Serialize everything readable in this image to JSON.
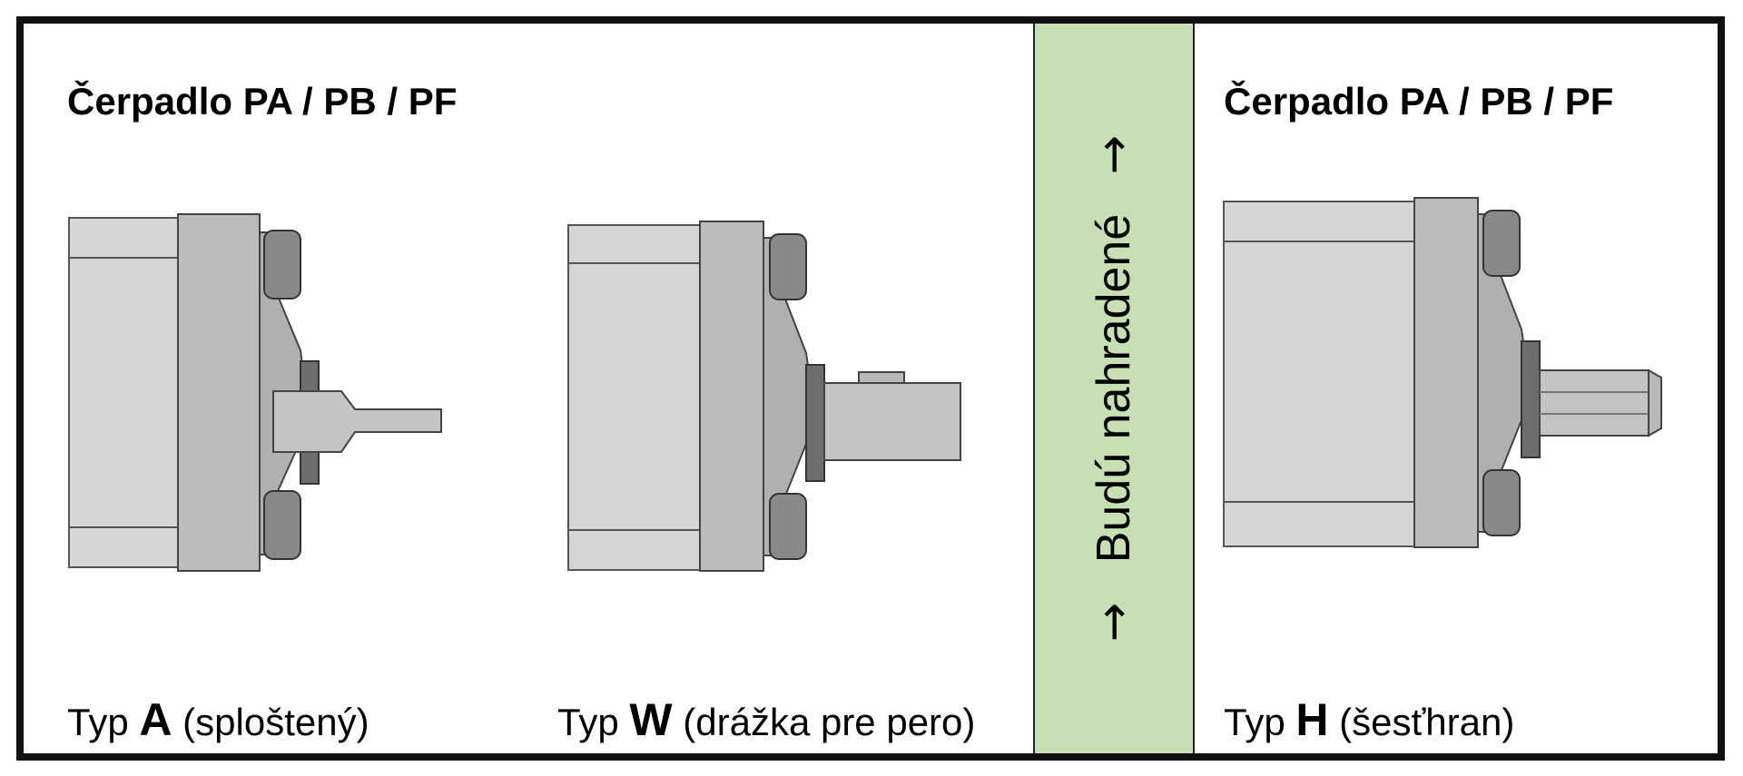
{
  "left_panel": {
    "title": "Čerpadlo PA / PB / PF",
    "pump_a": {
      "label_prefix": "Typ",
      "type_letter": "A",
      "label_suffix": "(sploštený)"
    },
    "pump_w": {
      "label_prefix": "Typ",
      "type_letter": "W",
      "label_suffix": "(drážka pre pero)"
    }
  },
  "middle_panel": {
    "text": "Budú nahradené",
    "arrow_glyph": "→",
    "background_color": "#c6e0b4"
  },
  "right_panel": {
    "title": "Čerpadlo PA / PB / PF",
    "pump_h": {
      "label_prefix": "Typ",
      "type_letter": "H",
      "label_suffix": "(šesťhran)"
    }
  }
}
